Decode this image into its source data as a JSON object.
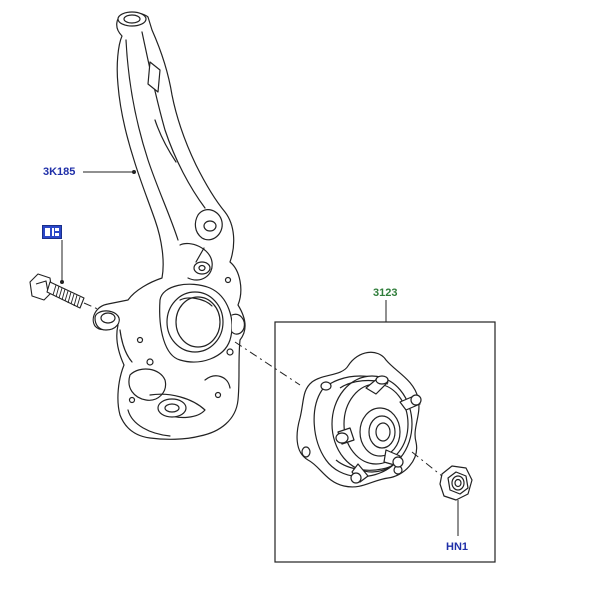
{
  "callouts": {
    "knuckle": "3K185",
    "hub_assembly": "3123",
    "nut": "HN1"
  },
  "icons": {
    "bolt_tag": "parts-tag-icon"
  },
  "colors": {
    "callout_blue": "#1f2fa8",
    "callout_green": "#2f7d3a",
    "tag_blue": "#2b47c8",
    "line_art": "#222222"
  }
}
